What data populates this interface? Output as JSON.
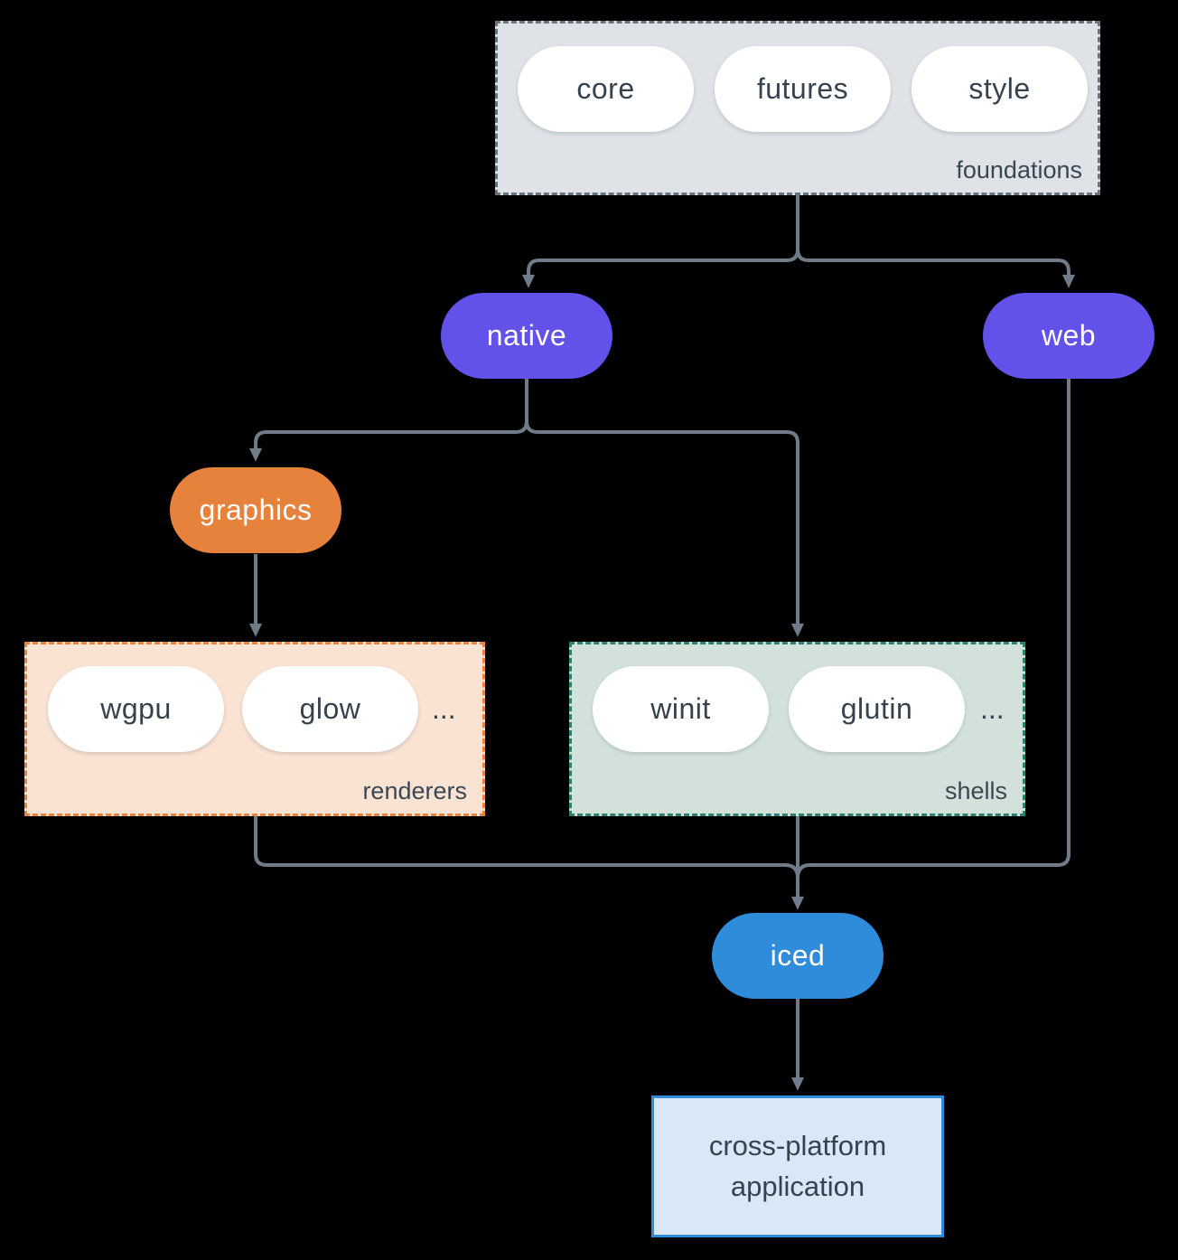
{
  "diagram": {
    "groups": {
      "foundations": {
        "label": "foundations",
        "items": [
          "core",
          "futures",
          "style"
        ]
      },
      "renderers": {
        "label": "renderers",
        "items": [
          "wgpu",
          "glow"
        ],
        "ellipsis": "..."
      },
      "shells": {
        "label": "shells",
        "items": [
          "winit",
          "glutin"
        ],
        "ellipsis": "..."
      }
    },
    "nodes": {
      "native": "native",
      "web": "web",
      "graphics": "graphics",
      "iced": "iced",
      "app": {
        "line1": "cross-platform",
        "line2": "application"
      }
    },
    "edges": [
      {
        "from": "foundations",
        "to": "native"
      },
      {
        "from": "foundations",
        "to": "web"
      },
      {
        "from": "native",
        "to": "graphics"
      },
      {
        "from": "native",
        "to": "shells"
      },
      {
        "from": "graphics",
        "to": "renderers"
      },
      {
        "from": "renderers",
        "to": "iced"
      },
      {
        "from": "shells",
        "to": "iced"
      },
      {
        "from": "web",
        "to": "iced"
      },
      {
        "from": "iced",
        "to": "app"
      }
    ],
    "colors": {
      "background": "#000000",
      "connector": "#6F7B88",
      "node_purple": "#6252E9",
      "node_orange": "#E6823C",
      "node_blue": "#2E8CDB",
      "foundations_fill": "#DFE3E8",
      "foundations_border": "#67737F",
      "renderers_fill": "#FAE3D3",
      "renderers_border": "#E8823C",
      "shells_fill": "#D2E2DB",
      "shells_border": "#2E8172",
      "app_fill": "#D8E8F8",
      "app_border": "#2E8CDB",
      "text_dark": "#36434F",
      "text_light": "#FFFFFF"
    }
  }
}
